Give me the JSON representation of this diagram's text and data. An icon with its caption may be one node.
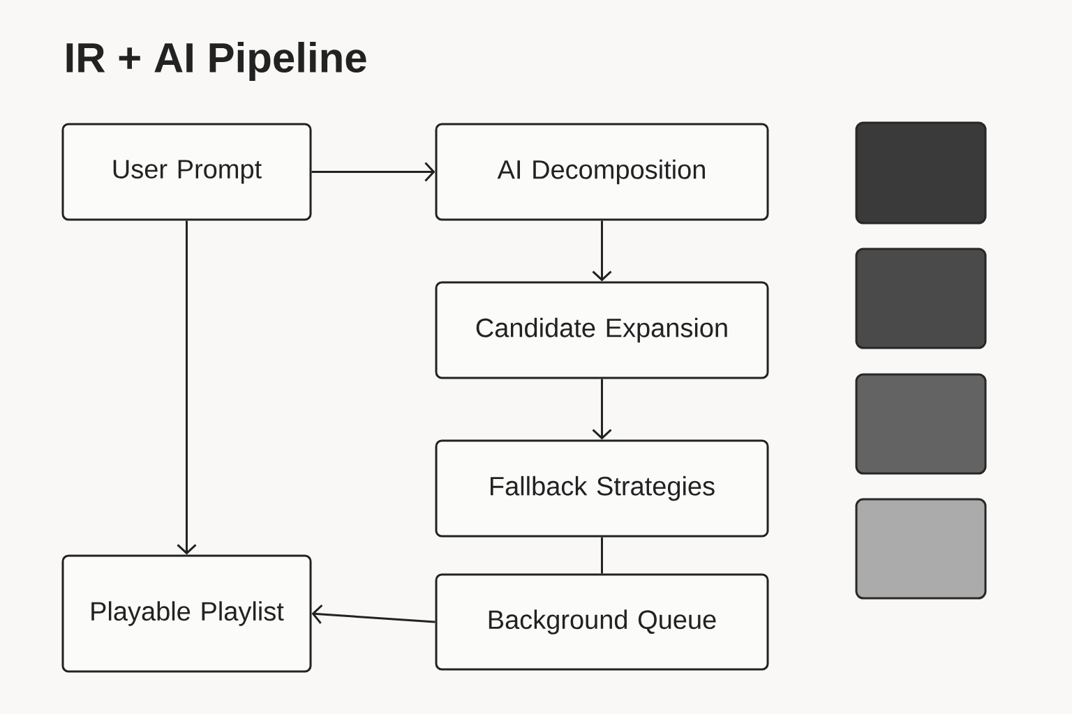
{
  "diagram": {
    "title": "IR + AI Pipeline",
    "nodes": [
      {
        "text": [
          "User Prompt"
        ]
      },
      {
        "text": [
          "AI Decomposition"
        ]
      },
      {
        "text": [
          "Candidate Expansion"
        ]
      },
      {
        "text": [
          "Fallback Strategies"
        ]
      },
      {
        "text": [
          "Playable Playlist"
        ]
      },
      {
        "text": [
          "Background Queue"
        ]
      },
      {
        "text": [],
        "shape": "box"
      },
      {
        "text": [],
        "shape": "box"
      },
      {
        "text": [],
        "shape": "box"
      },
      {
        "text": [],
        "shape": "box"
      }
    ],
    "edges": [
      {
        "from": 0,
        "to": 1,
        "arrow": "to"
      },
      {
        "from": 1,
        "to": 2,
        "arrow": "to"
      },
      {
        "from": 2,
        "to": 3,
        "arrow": "to"
      },
      {
        "from": 3,
        "to": 5,
        "arrow": "none"
      },
      {
        "from": 5,
        "to": 4,
        "arrow": "to"
      },
      {
        "from": 0,
        "to": 4,
        "arrow": "to"
      }
    ]
  }
}
